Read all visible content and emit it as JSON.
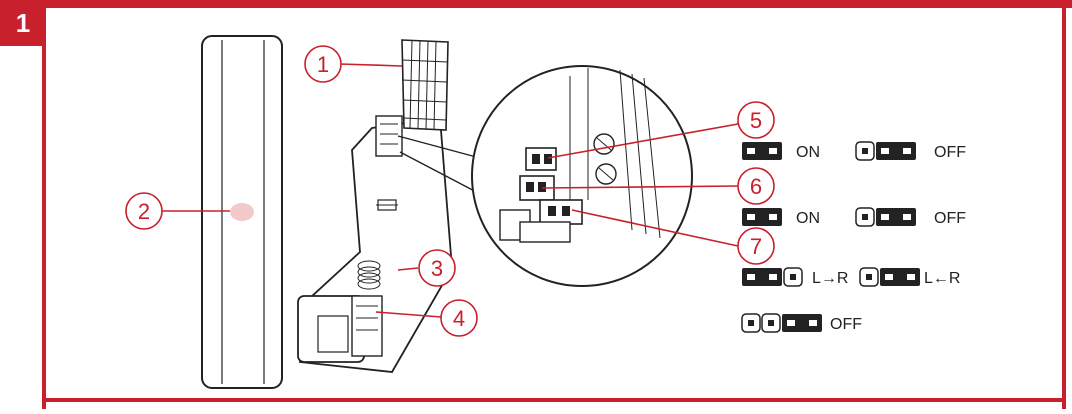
{
  "figure": {
    "step_number": "1",
    "accent_color": "#c8202c",
    "callouts": [
      "1",
      "2",
      "3",
      "4",
      "5",
      "6",
      "7"
    ],
    "legend": {
      "row5": {
        "on_label": "ON",
        "off_label": "OFF"
      },
      "row6": {
        "on_label": "ON",
        "off_label": "OFF"
      },
      "row7": {
        "lr_label": "L→R",
        "rl_label": "L←R",
        "off_label": "OFF"
      }
    }
  }
}
